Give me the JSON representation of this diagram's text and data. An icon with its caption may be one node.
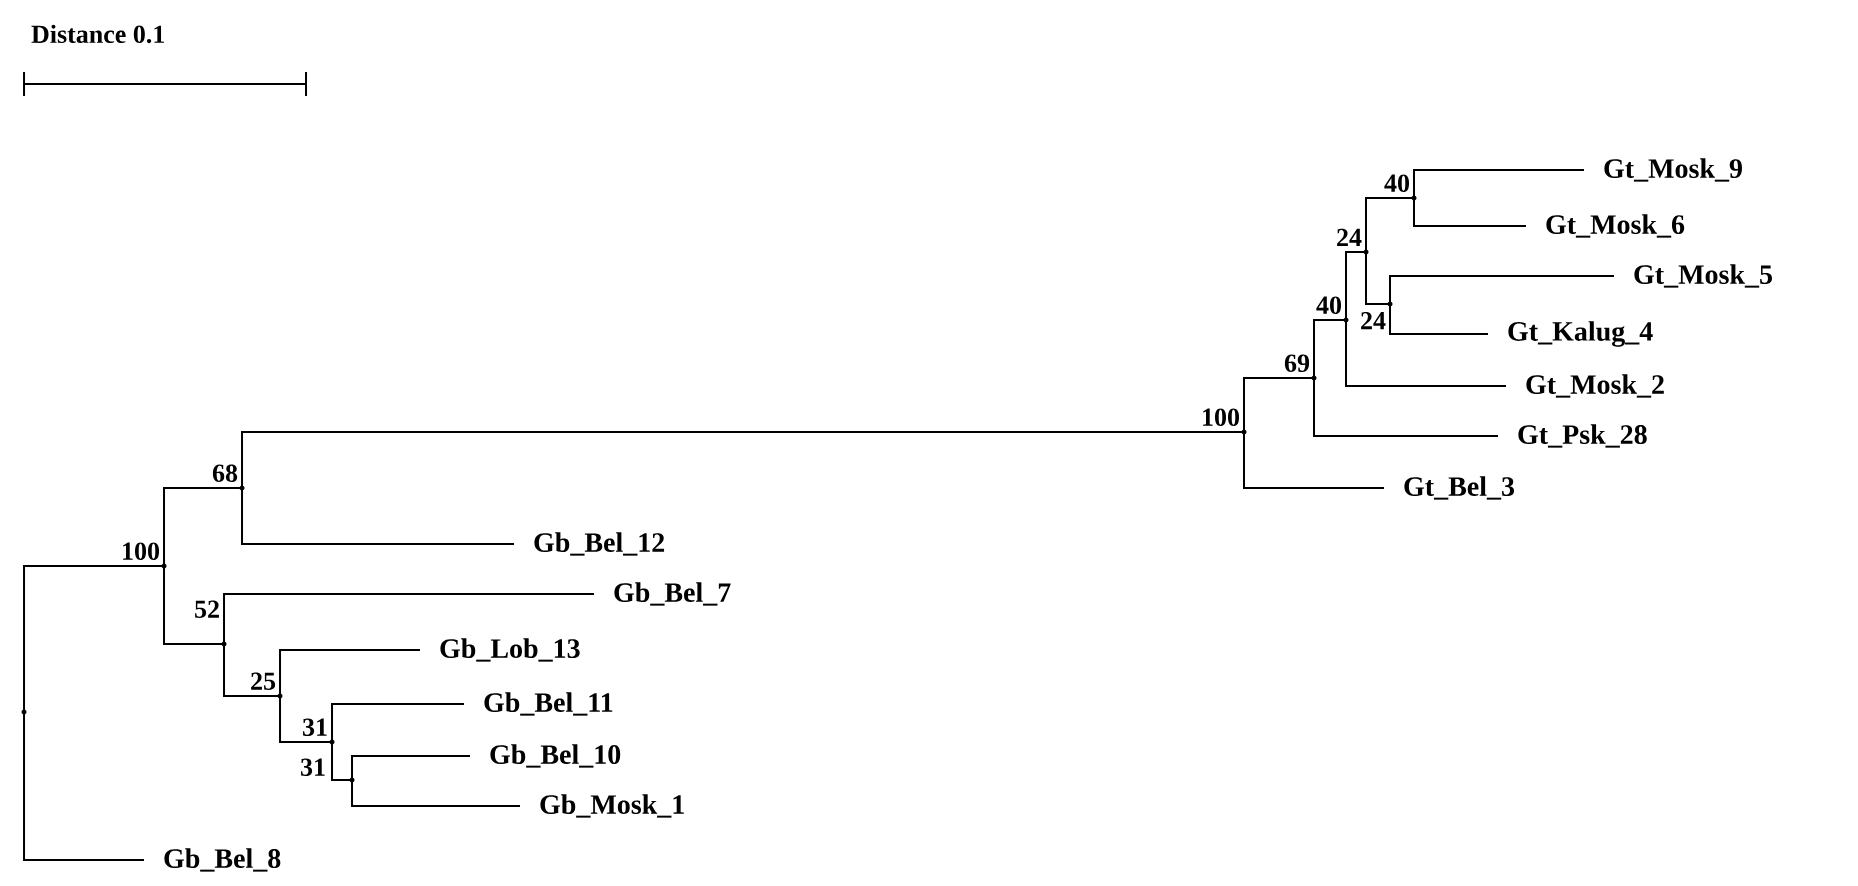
{
  "diagram": {
    "nodes": [
      {
        "text": [],
        "shape": "point"
      },
      {
        "text": [],
        "shape": "point",
        "beside": [
          "100"
        ]
      },
      {
        "text": [],
        "shape": "point",
        "beside": [
          "68"
        ]
      },
      {
        "text": [],
        "shape": "point",
        "beside": [
          "100"
        ]
      },
      {
        "text": [],
        "shape": "point",
        "beside": [
          "69"
        ]
      },
      {
        "text": [],
        "shape": "point",
        "beside": [
          "40"
        ]
      },
      {
        "text": [],
        "shape": "point",
        "beside": [
          "24"
        ]
      },
      {
        "text": [],
        "shape": "point",
        "beside": [
          "40"
        ]
      },
      {
        "text": [
          "Gt_Mosk_9"
        ]
      },
      {
        "text": [
          "Gt_Mosk_6"
        ]
      },
      {
        "text": [],
        "shape": "point",
        "beside": [
          "24"
        ]
      },
      {
        "text": [
          "Gt_Mosk_5"
        ]
      },
      {
        "text": [
          "Gt_Kalug_4"
        ]
      },
      {
        "text": [
          "Gt_Mosk_2"
        ]
      },
      {
        "text": [
          "Gt_Psk_28"
        ]
      },
      {
        "text": [
          "Gt_Bel_3"
        ]
      },
      {
        "text": [
          "Gb_Bel_12"
        ]
      },
      {
        "text": [],
        "shape": "point",
        "beside": [
          "52"
        ]
      },
      {
        "text": [
          "Gb_Bel_7"
        ]
      },
      {
        "text": [],
        "shape": "point",
        "beside": [
          "25"
        ]
      },
      {
        "text": [
          "Gb_Lob_13"
        ]
      },
      {
        "text": [],
        "shape": "point",
        "beside": [
          "31"
        ]
      },
      {
        "text": [
          "Gb_Bel_11"
        ]
      },
      {
        "text": [],
        "shape": "point",
        "beside": [
          "31"
        ]
      },
      {
        "text": [
          "Gb_Bel_10"
        ]
      },
      {
        "text": [
          "Gb_Mosk_1"
        ]
      },
      {
        "text": [
          "Gb_Bel_8"
        ]
      }
    ],
    "edges": [
      {
        "from": 0,
        "to": 1,
        "arrow": "none"
      },
      {
        "from": 1,
        "to": 2,
        "arrow": "none"
      },
      {
        "from": 2,
        "to": 3,
        "arrow": "none"
      },
      {
        "from": 3,
        "to": 4,
        "arrow": "none"
      },
      {
        "from": 4,
        "to": 5,
        "arrow": "none"
      },
      {
        "from": 5,
        "to": 6,
        "arrow": "none"
      },
      {
        "from": 6,
        "to": 7,
        "arrow": "none"
      },
      {
        "from": 7,
        "to": 8,
        "arrow": "none"
      },
      {
        "from": 7,
        "to": 9,
        "arrow": "none"
      },
      {
        "from": 6,
        "to": 10,
        "arrow": "none"
      },
      {
        "from": 10,
        "to": 11,
        "arrow": "none"
      },
      {
        "from": 10,
        "to": 12,
        "arrow": "none"
      },
      {
        "from": 5,
        "to": 13,
        "arrow": "none"
      },
      {
        "from": 4,
        "to": 14,
        "arrow": "none"
      },
      {
        "from": 3,
        "to": 15,
        "arrow": "none"
      },
      {
        "from": 2,
        "to": 16,
        "arrow": "none"
      },
      {
        "from": 1,
        "to": 17,
        "arrow": "none"
      },
      {
        "from": 17,
        "to": 18,
        "arrow": "none"
      },
      {
        "from": 17,
        "to": 19,
        "arrow": "none"
      },
      {
        "from": 19,
        "to": 20,
        "arrow": "none"
      },
      {
        "from": 19,
        "to": 21,
        "arrow": "none"
      },
      {
        "from": 21,
        "to": 22,
        "arrow": "none"
      },
      {
        "from": 21,
        "to": 23,
        "arrow": "none"
      },
      {
        "from": 23,
        "to": 24,
        "arrow": "none"
      },
      {
        "from": 23,
        "to": 25,
        "arrow": "none"
      },
      {
        "from": 0,
        "to": 26,
        "arrow": "none"
      }
    ],
    "labels": [
      "Distance 0.1"
    ]
  }
}
